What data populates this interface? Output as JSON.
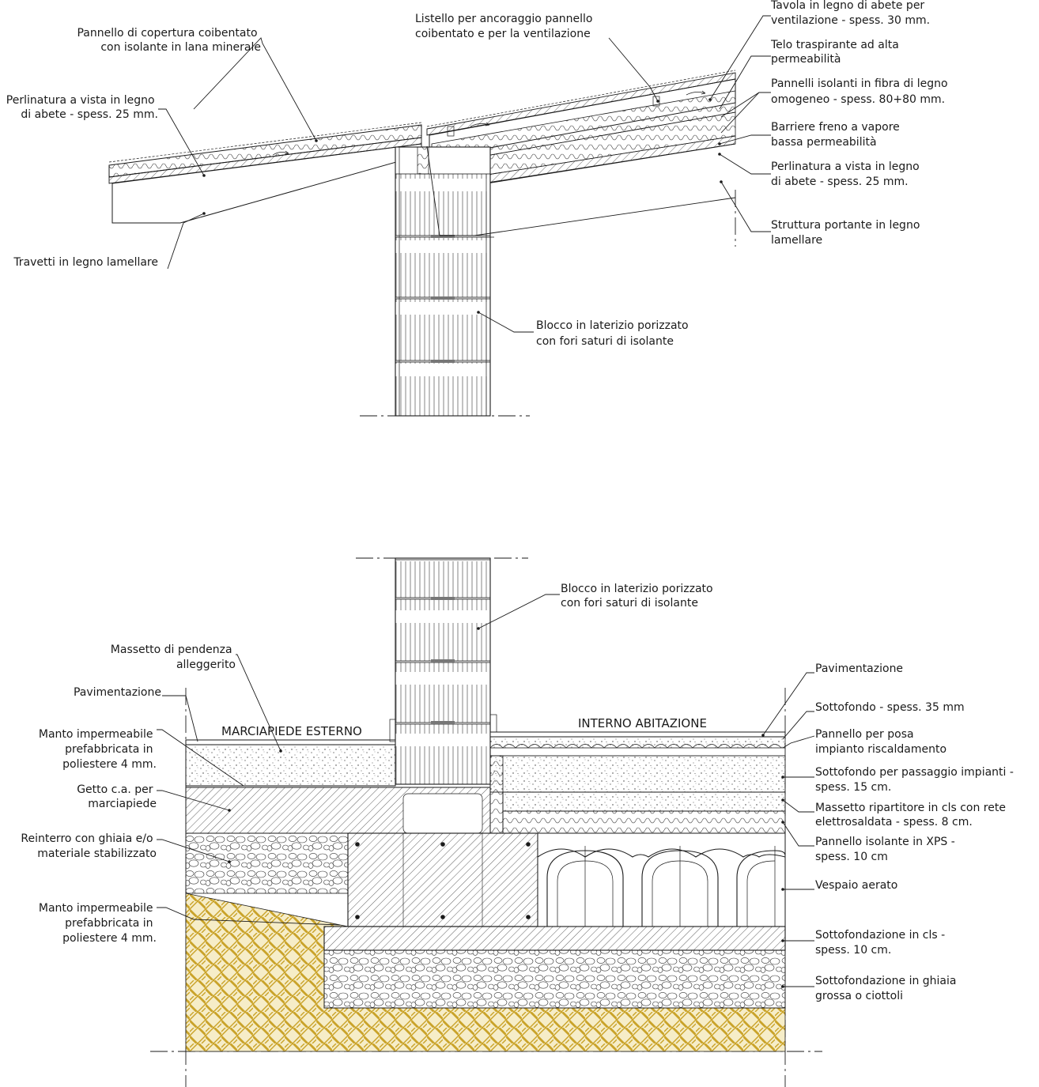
{
  "roof_section": {
    "labels": {
      "perlinatura_left": [
        "Perlinatura a vista in legno",
        "di abete - spess. 25 mm."
      ],
      "pannello_copertura": [
        "Pannello di copertura coibentato",
        "con isolante in lana minerale"
      ],
      "listello": [
        "Listello per ancoraggio pannello",
        "coibentato e per la ventilazione"
      ],
      "tavola": [
        "Tavola in legno di abete per",
        "ventilazione - spess. 30 mm."
      ],
      "telo": [
        "Telo traspirante ad alta",
        "permeabilità"
      ],
      "pannelli_fibra": [
        "Pannelli isolanti in fibra di legno",
        "omogeneo - spess. 80+80 mm."
      ],
      "barriera": [
        "Barriere freno a vapore",
        "bassa permeabilità"
      ],
      "perlinatura_right": [
        "Perlinatura a vista in legno",
        "di abete - spess. 25 mm."
      ],
      "struttura": [
        "Struttura portante in legno",
        "lamellare"
      ],
      "travetti": [
        "Travetti in legno lamellare"
      ],
      "blocco": [
        "Blocco in laterizio porizzato",
        "con fori saturi di isolante"
      ]
    }
  },
  "foundation_section": {
    "titles": {
      "outside": "MARCIAPIEDE ESTERNO",
      "inside": "INTERNO ABITAZIONE"
    },
    "labels": {
      "blocco": [
        "Blocco in laterizio porizzato",
        "con fori saturi di isolante"
      ],
      "massetto_pendenza": [
        "Massetto di pendenza",
        "alleggerito"
      ],
      "pavimentazione_left": [
        "Pavimentazione"
      ],
      "manto_top": [
        "Manto impermeabile",
        "prefabbricata in",
        "poliestere 4 mm."
      ],
      "getto": [
        "Getto c.a. per",
        "marciapiede"
      ],
      "reinterro": [
        "Reinterro con ghiaia e/o",
        "materiale stabilizzato"
      ],
      "manto_bottom": [
        "Manto impermeabile",
        "prefabbricata in",
        "poliestere 4 mm."
      ],
      "pavimentazione_right": [
        "Pavimentazione"
      ],
      "sottofondo_35": [
        "Sottofondo - spess. 35 mm"
      ],
      "pannello_posa": [
        "Pannello per posa",
        "impianto riscaldamento"
      ],
      "sottofondo_impianti": [
        "Sottofondo per passaggio impianti -",
        "spess. 15 cm."
      ],
      "massetto_ripartitore": [
        "Massetto ripartitore in cls con rete",
        "elettrosaldata - spess. 8 cm."
      ],
      "xps": [
        "Pannello isolante in XPS -",
        "spess. 10 cm"
      ],
      "vespaio": [
        "Vespaio aerato"
      ],
      "sottofondazione_cls": [
        "Sottofondazione in cls -",
        "spess. 10 cm."
      ],
      "sottofondazione_ghiaia": [
        "Sottofondazione in ghiaia",
        "grossa o ciottoli"
      ]
    }
  },
  "colors": {
    "ink": "#1a1a1a",
    "soil": "#c9a227",
    "background": "#ffffff"
  }
}
